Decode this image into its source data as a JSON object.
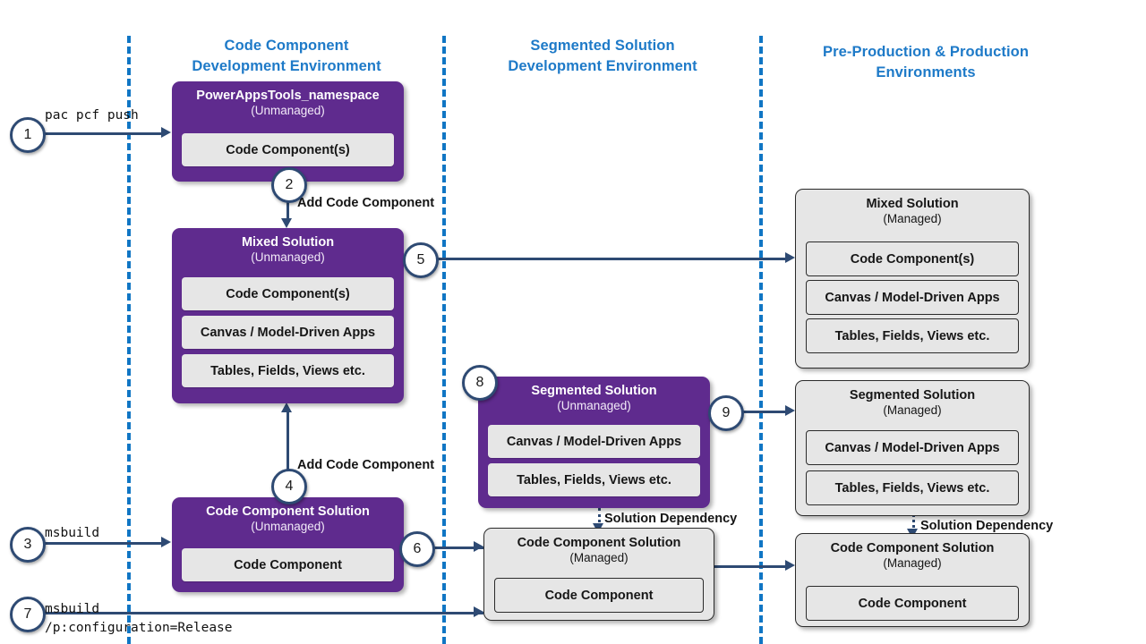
{
  "diagram": {
    "title": "Power Apps code component ALM flow",
    "accent_blue": "#1E7AC8",
    "purple": "#5F2B8E",
    "gray": "#E6E6E6",
    "connector": "#2E4A73"
  },
  "lanes": [
    {
      "id": "lane-code-component",
      "title_line1": "Code Component",
      "title_line2": "Development Environment"
    },
    {
      "id": "lane-segmented",
      "title_line1": "Segmented Solution",
      "title_line2": "Development Environment"
    },
    {
      "id": "lane-production",
      "title_line1": "Pre-Production & Production",
      "title_line2": "Environments"
    }
  ],
  "boxes": {
    "powerappstools": {
      "title": "PowerAppsTools_namespace",
      "subtitle": "(Unmanaged)",
      "chips": [
        "Code Component(s)"
      ]
    },
    "mixed_unmanaged": {
      "title": "Mixed Solution",
      "subtitle": "(Unmanaged)",
      "chips": [
        "Code Component(s)",
        "Canvas / Model-Driven Apps",
        "Tables, Fields, Views etc."
      ]
    },
    "code_component_solution_unmanaged": {
      "title": "Code Component Solution",
      "subtitle": "(Unmanaged)",
      "chips": [
        "Code Component"
      ]
    },
    "segmented_unmanaged": {
      "title": "Segmented Solution",
      "subtitle": "(Unmanaged)",
      "chips": [
        "Canvas / Model-Driven Apps",
        "Tables, Fields, Views etc."
      ]
    },
    "code_component_solution_managed_mid": {
      "title": "Code Component Solution",
      "subtitle": "(Managed)",
      "chips": [
        "Code Component"
      ]
    },
    "mixed_managed": {
      "title": "Mixed Solution",
      "subtitle": "(Managed)",
      "chips": [
        "Code Component(s)",
        "Canvas / Model-Driven Apps",
        "Tables, Fields, Views etc."
      ]
    },
    "segmented_managed": {
      "title": "Segmented Solution",
      "subtitle": "(Managed)",
      "chips": [
        "Canvas / Model-Driven Apps",
        "Tables, Fields, Views etc."
      ]
    },
    "code_component_solution_managed_right": {
      "title": "Code Component Solution",
      "subtitle": "(Managed)",
      "chips": [
        "Code Component"
      ]
    }
  },
  "steps": [
    {
      "number": "1"
    },
    {
      "number": "2"
    },
    {
      "number": "3"
    },
    {
      "number": "4"
    },
    {
      "number": "5"
    },
    {
      "number": "6"
    },
    {
      "number": "7"
    },
    {
      "number": "8"
    },
    {
      "number": "9"
    }
  ],
  "commands": {
    "pac_pcf_push": "pac pcf push",
    "msbuild": "msbuild",
    "msbuild_release_line1": "msbuild",
    "msbuild_release_line2": "/p:configuration=Release"
  },
  "edge_labels": {
    "add_code_component_top": "Add Code Component",
    "add_code_component_bottom": "Add Code Component",
    "solution_dependency_mid": "Solution Dependency",
    "solution_dependency_right": "Solution Dependency"
  }
}
